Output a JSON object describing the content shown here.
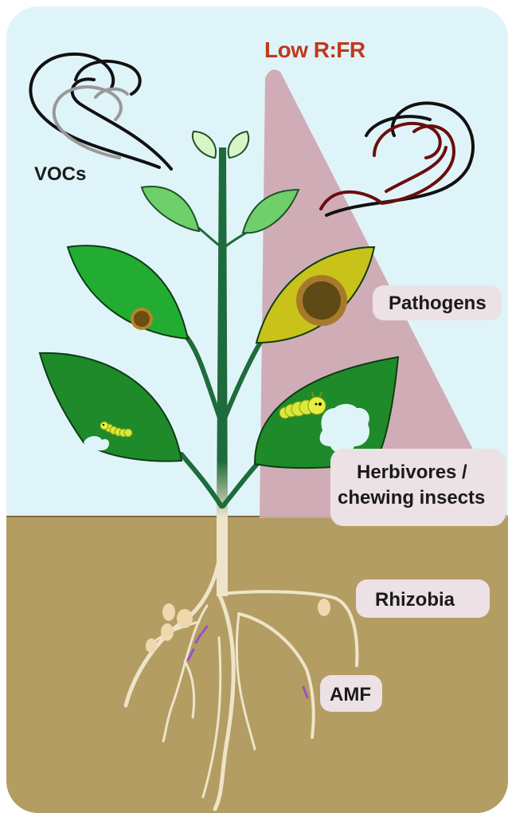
{
  "light": {
    "label": "Low R:FR",
    "color": "#c0391b"
  },
  "vocs": {
    "label": "VOCs"
  },
  "tags": {
    "pathogens": "Pathogens",
    "herbivores_line1": "Herbivores /",
    "herbivores_line2": "chewing insects",
    "rhizobia": "Rhizobia",
    "amf": "AMF"
  },
  "colors": {
    "sky": "#dff4f8",
    "soil": "#b39d62",
    "light_cone": "#cfa9b2",
    "stem": "#1e6b3c",
    "root": "#eee4c9",
    "tag_bg": "#ece1e5"
  }
}
